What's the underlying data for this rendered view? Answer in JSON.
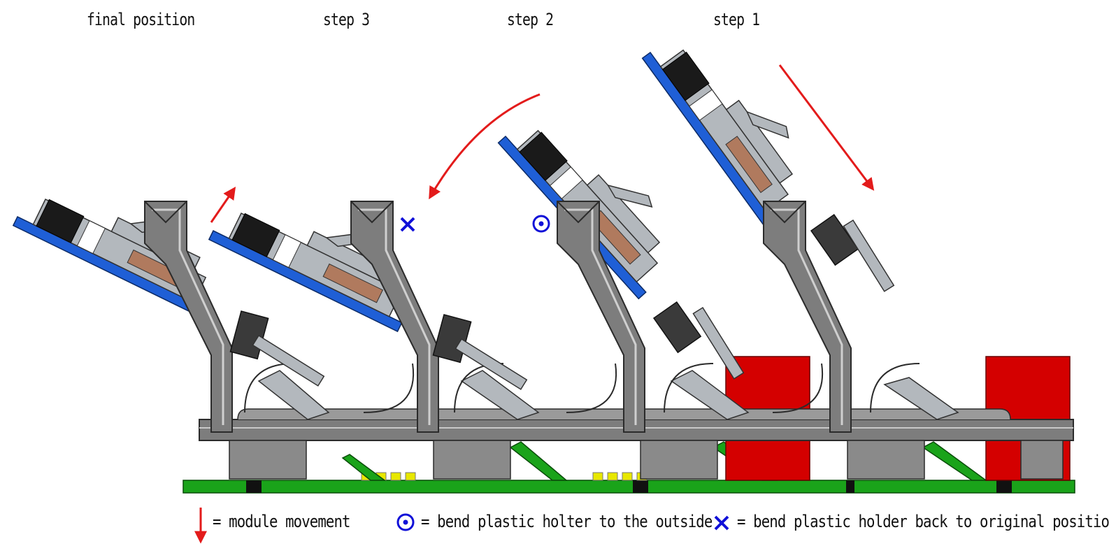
{
  "labels": {
    "final": "final position",
    "step3": "step 3",
    "step2": "step 2",
    "step1": "step 1"
  },
  "legend": {
    "movement": "= module movement",
    "bend_out": "= bend plastic holter to the outside",
    "bend_back": "= bend plastic holder back to original position"
  },
  "colors": {
    "red": "#e31b1b",
    "blue": "#1f5fd6",
    "grey": "#7d7d7d",
    "light_grey": "#b3b8bd",
    "green": "#1aa31a",
    "yellow": "#e8e800",
    "copper": "#b07a5e",
    "black": "#1a1a1a"
  }
}
